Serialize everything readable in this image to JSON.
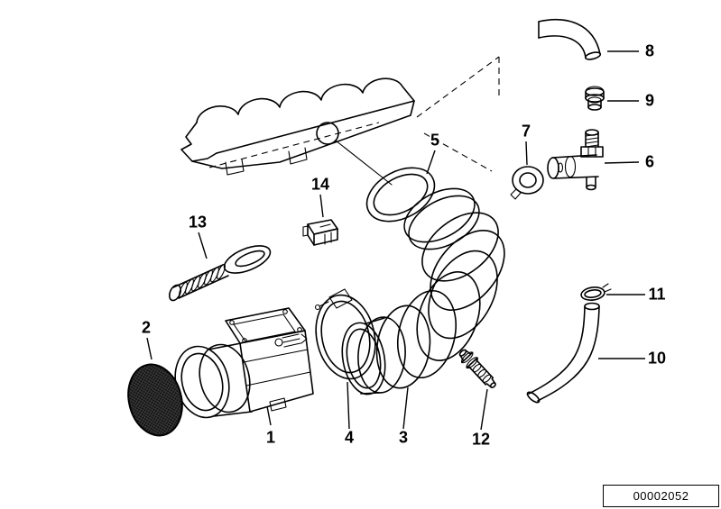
{
  "diagram": {
    "doc_number": "00002052",
    "part_labels": [
      "1",
      "2",
      "3",
      "4",
      "5",
      "6",
      "7",
      "8",
      "9",
      "10",
      "11",
      "12",
      "13",
      "14"
    ]
  }
}
